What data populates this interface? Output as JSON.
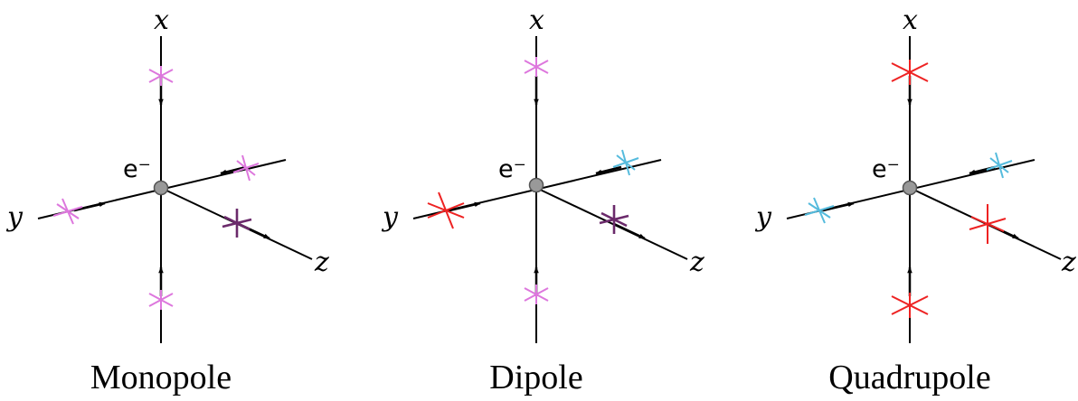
{
  "colors": {
    "magenta": "#dd77dd",
    "purple": "#6b2a6b",
    "red": "#ee2222",
    "cyan": "#55bbdd",
    "axis": "#000000",
    "charge": "#999999"
  },
  "labels": {
    "x": "x",
    "y": "y",
    "z": "z",
    "charge": "e⁻"
  },
  "panels": [
    {
      "title": "Monopole",
      "markers": {
        "xtop": "magenta",
        "xbottom": "magenta",
        "youter": "magenta",
        "ymid": "magenta",
        "zfront": "purple"
      }
    },
    {
      "title": "Dipole",
      "markers": {
        "xtop": "magenta",
        "xbottom": "magenta",
        "youter": "red",
        "ymid": "cyan",
        "zfront": "purple"
      }
    },
    {
      "title": "Quadrupole",
      "markers": {
        "xtop": "red",
        "xbottom": "red",
        "youter": "cyan",
        "ymid": "cyan",
        "zfront": "red"
      }
    }
  ]
}
